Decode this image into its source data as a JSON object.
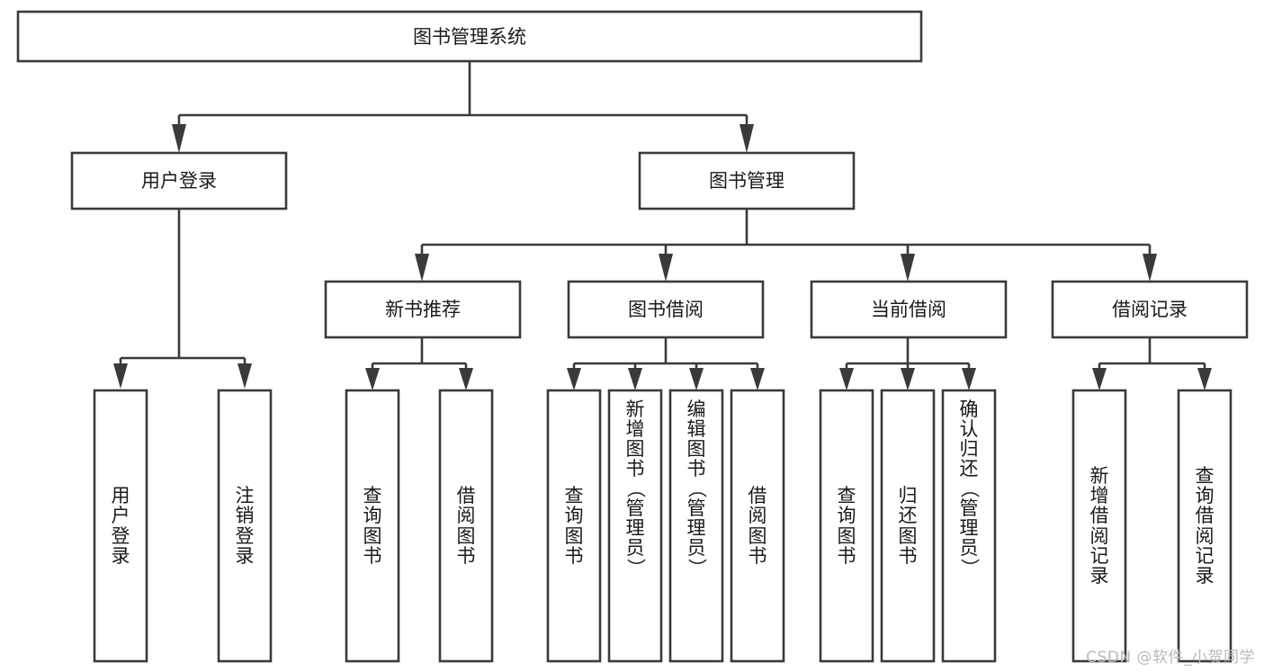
{
  "diagram": {
    "type": "tree-hierarchy-chart",
    "title": "图书管理系统",
    "orientation": "top-down",
    "colors": {
      "box_stroke": "#3a3a3a",
      "box_fill": "#ffffff",
      "text": "#1a1a1a",
      "background": "#ffffff",
      "watermark": "#b9b9b9"
    },
    "root": {
      "label": "图书管理系统"
    },
    "level2": [
      {
        "id": "user-login",
        "label": "用户登录"
      },
      {
        "id": "book-management",
        "label": "图书管理"
      }
    ],
    "level3": [
      {
        "id": "new-book-recommend",
        "label": "新书推荐",
        "parent": "book-management"
      },
      {
        "id": "book-borrow",
        "label": "图书借阅",
        "parent": "book-management"
      },
      {
        "id": "current-borrow",
        "label": "当前借阅",
        "parent": "book-management"
      },
      {
        "id": "borrow-record",
        "label": "借阅记录",
        "parent": "book-management"
      }
    ],
    "leaves": {
      "user-login": [
        {
          "id": "leaf-user-login",
          "label": "用户登录",
          "chars": [
            "用",
            "户",
            "登",
            "录"
          ]
        },
        {
          "id": "leaf-logout-login",
          "label": "注销登录",
          "chars": [
            "注",
            "销",
            "登",
            "录"
          ]
        }
      ],
      "new-book-recommend": [
        {
          "id": "leaf-query-book-1",
          "label": "查询图书",
          "chars": [
            "查",
            "询",
            "图",
            "书"
          ]
        },
        {
          "id": "leaf-borrow-book-1",
          "label": "借阅图书",
          "chars": [
            "借",
            "阅",
            "图",
            "书"
          ]
        }
      ],
      "book-borrow": [
        {
          "id": "leaf-query-book-2",
          "label": "查询图书",
          "chars": [
            "查",
            "询",
            "图",
            "书"
          ]
        },
        {
          "id": "leaf-add-book-admin",
          "label": "新增图书（管理员）",
          "chars": [
            "新",
            "增",
            "图",
            "书",
            "（",
            "管",
            "理",
            "员",
            "）"
          ]
        },
        {
          "id": "leaf-edit-book-admin",
          "label": "编辑图书（管理员）",
          "chars": [
            "编",
            "辑",
            "图",
            "书",
            "（",
            "管",
            "理",
            "员",
            "）"
          ]
        },
        {
          "id": "leaf-borrow-book-2",
          "label": "借阅图书",
          "chars": [
            "借",
            "阅",
            "图",
            "书"
          ]
        }
      ],
      "current-borrow": [
        {
          "id": "leaf-query-book-3",
          "label": "查询图书",
          "chars": [
            "查",
            "询",
            "图",
            "书"
          ]
        },
        {
          "id": "leaf-return-book",
          "label": "归还图书",
          "chars": [
            "归",
            "还",
            "图",
            "书"
          ]
        },
        {
          "id": "leaf-confirm-return-admin",
          "label": "确认归还（管理员）",
          "chars": [
            "确",
            "认",
            "归",
            "还",
            "（",
            "管",
            "理",
            "员",
            "）"
          ]
        }
      ],
      "borrow-record": [
        {
          "id": "leaf-add-borrow-record",
          "label": "新增借阅记录",
          "chars": [
            "新",
            "增",
            "借",
            "阅",
            "记",
            "录"
          ]
        },
        {
          "id": "leaf-query-borrow-record",
          "label": "查询借阅记录",
          "chars": [
            "查",
            "询",
            "借",
            "阅",
            "记",
            "录"
          ]
        }
      ]
    }
  },
  "watermark": {
    "text": "CSDN @软件_小贺同学"
  }
}
